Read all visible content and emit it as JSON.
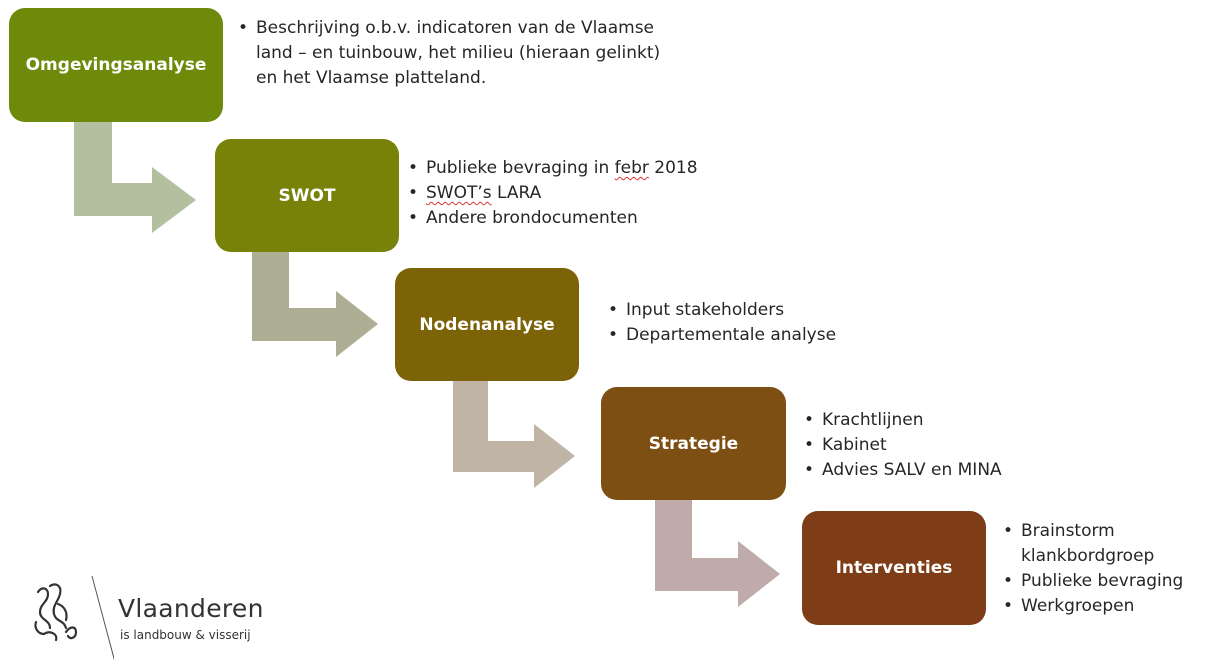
{
  "steps": [
    {
      "label": "Omgevingsanalyse",
      "color": "#6e8a0b"
    },
    {
      "label": "SWOT",
      "color": "#788209"
    },
    {
      "label": "Nodenanalyse",
      "color": "#7d6308"
    },
    {
      "label": "Strategie",
      "color": "#7e4f12"
    },
    {
      "label": "Interventies",
      "color": "#7e3d17"
    }
  ],
  "bullets": {
    "step1": [
      "Beschrijving o.b.v. indicatoren van de Vlaamse land – en tuinbouw, het milieu (hieraan gelinkt) en het Vlaamse platteland."
    ],
    "step2": {
      "item1_prefix": "Publieke bevraging in ",
      "item1_marked": "febr",
      "item1_suffix": " 2018",
      "item2_marked": "SWOT’s",
      "item2_suffix": " LARA",
      "item3": "Andere brondocumenten"
    },
    "step3": [
      "Input stakeholders",
      "Departementale analyse"
    ],
    "step4": [
      "Krachtlijnen",
      "Kabinet",
      "Advies SALV en MINA"
    ],
    "step5": [
      "Brainstorm klankbordgroep",
      "Publieke bevraging",
      "Werkgroepen"
    ]
  },
  "arrow_colors": [
    "#b3c09f",
    "#aeae94",
    "#c0b4a6",
    "#bfaba9"
  ],
  "logo": {
    "name": "Vlaanderen",
    "subtitle": "is landbouw & visserij",
    "icon": "flemish-lion-icon"
  }
}
